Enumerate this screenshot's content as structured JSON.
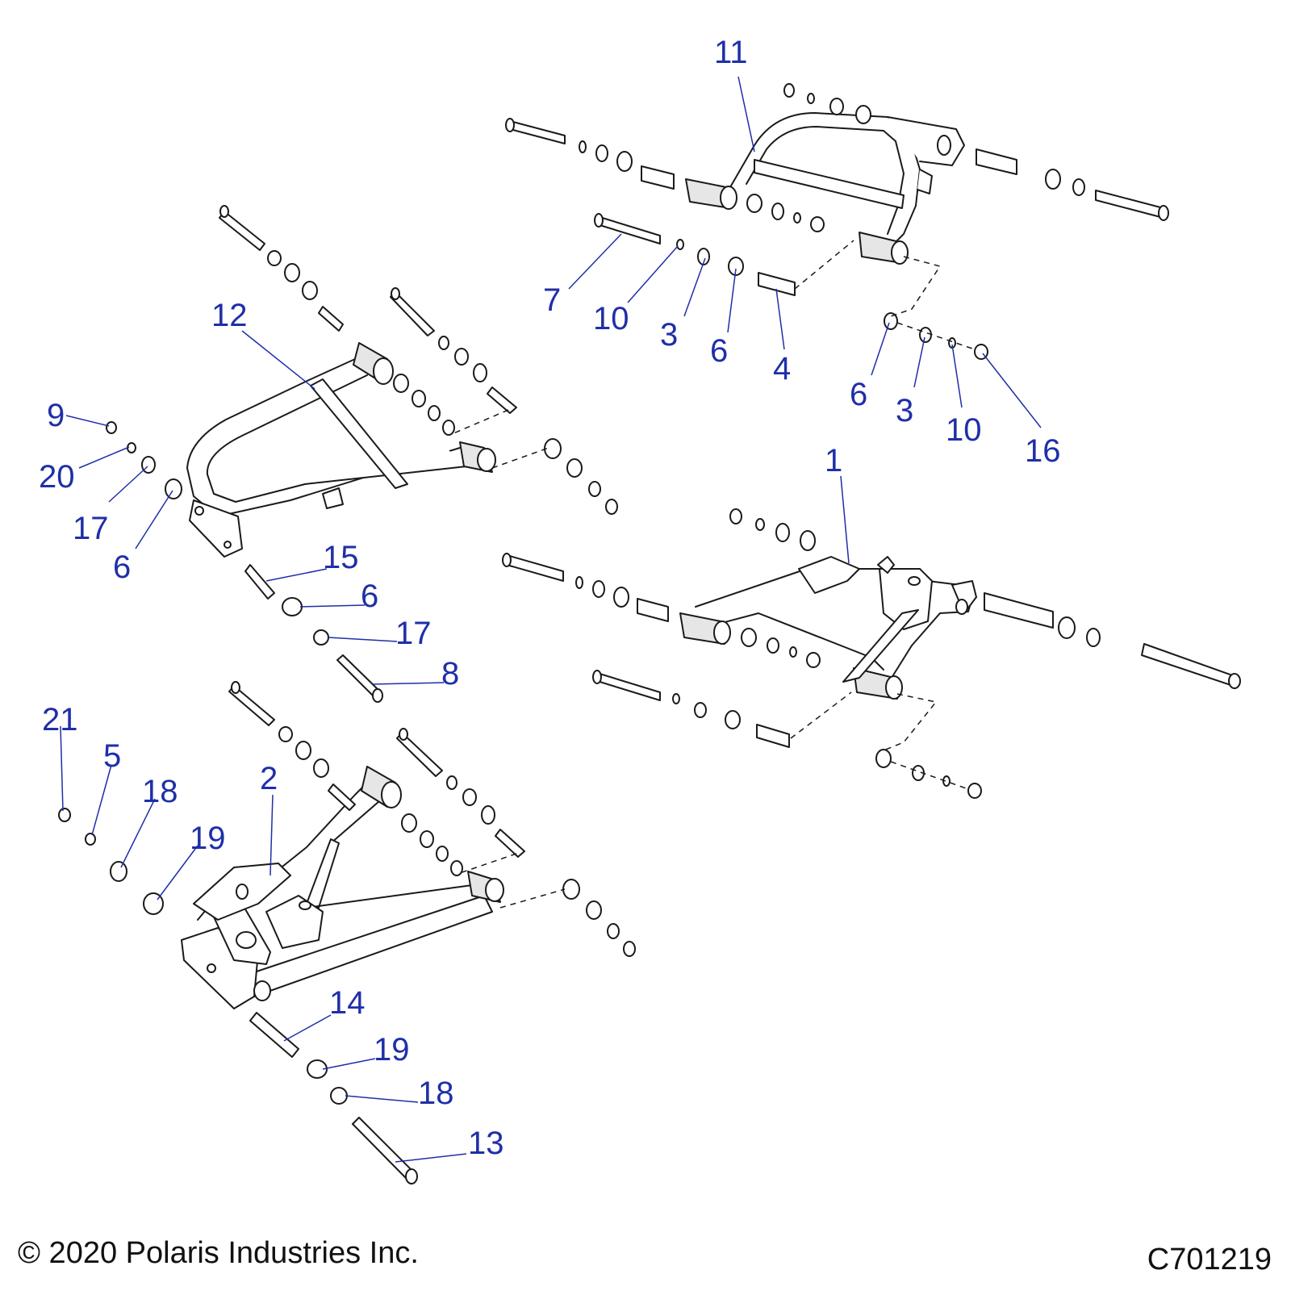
{
  "callouts": {
    "c1": "1",
    "c2": "2",
    "c3a": "3",
    "c3b": "3",
    "c4": "4",
    "c5": "5",
    "c6a": "6",
    "c6b": "6",
    "c6c": "6",
    "c6d": "6",
    "c7": "7",
    "c8": "8",
    "c9": "9",
    "c10a": "10",
    "c10b": "10",
    "c11": "11",
    "c12": "12",
    "c13": "13",
    "c14": "14",
    "c15": "15",
    "c16": "16",
    "c17a": "17",
    "c17b": "17",
    "c18a": "18",
    "c18b": "18",
    "c19a": "19",
    "c19b": "19",
    "c20": "20",
    "c21": "21"
  },
  "footer": {
    "copyright": "© 2020 Polaris Industries Inc.",
    "drawing_id": "C701219"
  },
  "colors": {
    "callout": "#1f2fa8",
    "line": "#1a1a1a"
  }
}
